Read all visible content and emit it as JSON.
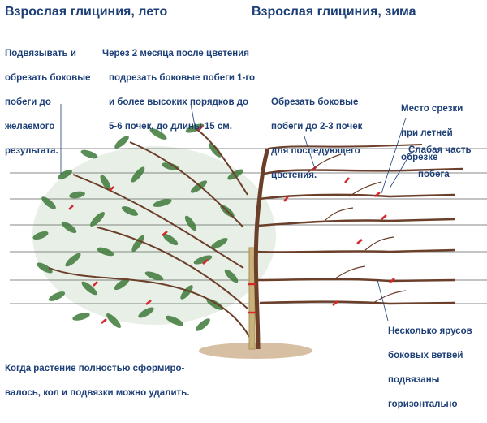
{
  "titles": {
    "summer": "Взрослая глициния, лето",
    "winter": "Взрослая глициния, зима"
  },
  "notes": {
    "tie_side": [
      "Подвязывать и",
      "обрезать боковые",
      "побеги до",
      "желаемого",
      "результата."
    ],
    "two_months": [
      "Через 2 месяца после цветения",
      "подрезать боковые побеги 1-го",
      "и более высоких порядков до",
      "5-6 почек, до длины 15 см."
    ],
    "cut_side": [
      "Обрезать боковые",
      "побеги до 2-3 почек",
      "для последующего",
      "цветения."
    ],
    "cut_place": [
      "Место срезки",
      "при летней",
      "обрезке"
    ],
    "weak_part": [
      "Слабая часть",
      "побега"
    ],
    "tiers": [
      "Несколько ярусов",
      "боковых ветвей",
      "подвязаны",
      "горизонтально"
    ],
    "stake_removal": [
      "Когда растение полностью сформиро-",
      "валось, кол и подвязки можно удалить."
    ]
  },
  "colors": {
    "text": "#1d3f77",
    "wire": "#8a8a8a",
    "branch": "#6b3f2a",
    "leaf": "#3f7a3a",
    "tie": "#d7262b",
    "stake": "#c9b27a",
    "ground": "#b78a5a"
  }
}
